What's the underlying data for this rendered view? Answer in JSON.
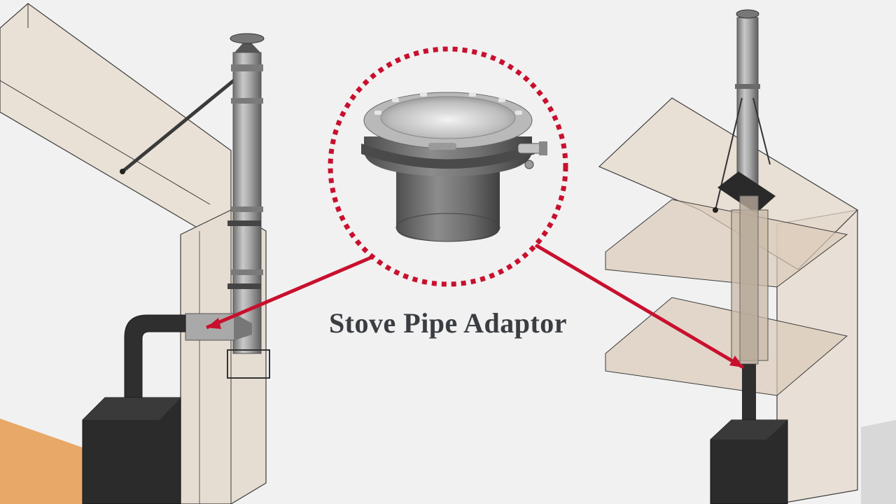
{
  "caption": "Stove Pipe Adaptor",
  "colors": {
    "background": "#f1f1f1",
    "floor": "#e8a868",
    "wall_fill": "#e9e1d6",
    "wall_edge": "#3b3b3b",
    "pipe": "#8e8e8e",
    "stove": "#2b2b2b",
    "callout_red": "#c8102e",
    "caption_text": "#3a3d42",
    "adaptor_body": "#6d6d6d",
    "adaptor_rim": "#b9b9b9"
  },
  "icons": {
    "left_scene": "wall-mounted-chimney-illustration",
    "right_scene": "through-ceiling-chimney-illustration",
    "adaptor": "stove-pipe-adaptor-icon"
  }
}
